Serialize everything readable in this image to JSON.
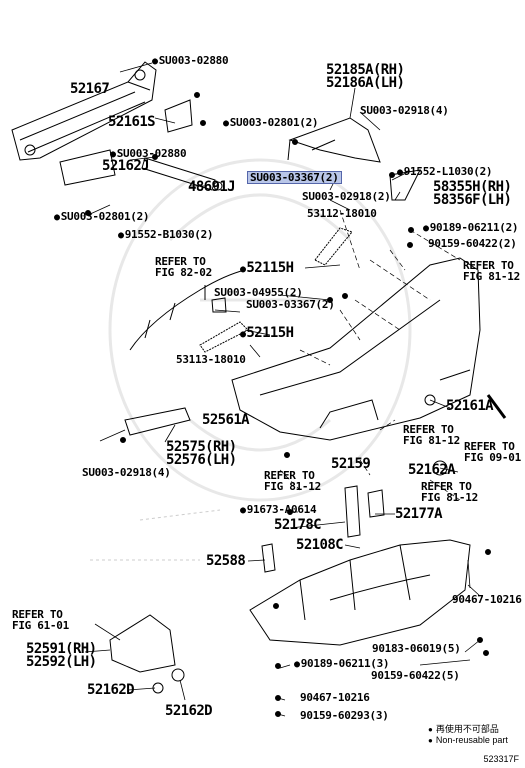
{
  "parts": {
    "p52167": "52167",
    "p52161S": "52161S",
    "p52162J": "52162J",
    "p48691J": "48691J",
    "p52185A": "52185A(RH)",
    "p52186A": "52186A(LH)",
    "p53112": "53112-18010",
    "p52115H_a": "52115H",
    "p52115H_b": "52115H",
    "p53113": "53113-18010",
    "p52561A": "52561A",
    "p52575": "52575(RH)",
    "p52576": "52576(LH)",
    "p58355H": "58355H(RH)",
    "p58356F": "58356F(LH)",
    "p52161A": "52161A",
    "p52159": "52159",
    "p52162A": "52162A",
    "p52178C": "52178C",
    "p52177A": "52177A",
    "p52108C": "52108C",
    "p52588": "52588",
    "p52591": "52591(RH)",
    "p52592": "52592(LH)",
    "p52162D_a": "52162D",
    "p52162D_b": "52162D"
  },
  "fasteners": {
    "f_su02880_a": "SU003-02880",
    "f_su02801_a": "SU003-02801(2)",
    "f_su02880_b": "SU003-02880",
    "f_su02801_b": "SU003-02801(2)",
    "f_91552_b": "91552-B1030(2)",
    "f_su02918_4a": "SU003-02918(4)",
    "f_91552_l": "91552-L1030(2)",
    "f_su03367_hl": "SU003-03367(2)",
    "f_su02918_2": "SU003-02918(2)",
    "f_90189_2": "90189-06211(2)",
    "f_90159_2": "90159-60422(2)",
    "f_su04955": "SU003-04955(2)",
    "f_su03367_b": "SU003-03367(2)",
    "f_su02918_4b": "SU003-02918(4)",
    "f_91673": "91673-A0614",
    "f_90467_a": "90467-10216",
    "f_90183": "90183-06019(5)",
    "f_90189_3": "90189-06211(3)",
    "f_90159_5": "90159-60422(5)",
    "f_90467_b": "90467-10216",
    "f_90159_3": "90159-60293(3)"
  },
  "refers": {
    "r_82_02": [
      "REFER TO",
      "FIG 82-02"
    ],
    "r_81_12_a": [
      "REFER TO",
      "FIG 81-12"
    ],
    "r_81_12_b": [
      "REFER TO",
      "FIG 81-12"
    ],
    "r_09_01": [
      "REFER TO",
      "FIG 09-01"
    ],
    "r_81_12_c": [
      "REFER TO",
      "FIG 81-12"
    ],
    "r_81_12_d": [
      "REFER TO",
      "FIG 81-12"
    ],
    "r_61_01": [
      "REFER TO",
      "FIG 61-01"
    ]
  },
  "legend": {
    "jp": "再使用不可部品",
    "en": "Non-reusable part"
  },
  "diagram_code": "523317F"
}
